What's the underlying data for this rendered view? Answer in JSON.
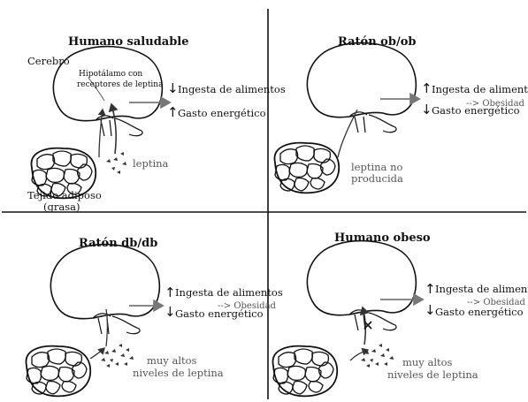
{
  "panels": {
    "tl": {
      "title": "Humano saludable",
      "brain_label": "Cerebro",
      "hypothalamus_label_1": "Hipotálamo con",
      "hypothalamus_label_2": "receptores de leptina",
      "line1": "Ingesta de alimentos",
      "line2": "Gasto energético",
      "arrow1": "↓",
      "arrow2": "↑",
      "leptin_label": "leptina",
      "fat_label_1": "Tejido adiposo",
      "fat_label_2": "(grasa)"
    },
    "tr": {
      "title": "Ratón ob/ob",
      "line1": "Ingesta de alimentos",
      "line2": "Gasto energético",
      "arrow1": "↑",
      "arrow2": "↓",
      "outcome": "Obesidad",
      "leptin_label_1": "leptina no",
      "leptin_label_2": "producida"
    },
    "bl": {
      "title": "Ratón db/db",
      "line1": "Ingesta de alimentos",
      "line2": "Gasto energético",
      "arrow1": "↑",
      "arrow2": "↓",
      "outcome": "Obesidad",
      "leptin_label_1": "muy altos",
      "leptin_label_2": "niveles de leptina"
    },
    "br": {
      "title": "Humano obeso",
      "line1": "Ingesta de alimentos",
      "line2": "Gasto energético",
      "arrow1": "↑",
      "arrow2": "↓",
      "outcome": "Obesidad",
      "leptin_label_1": "muy altos",
      "leptin_label_2": "niveles de leptina"
    }
  },
  "colors": {
    "ink": "#111111",
    "arrow_grey": "#777777",
    "divider": "#111111",
    "label_grey": "#555555"
  }
}
